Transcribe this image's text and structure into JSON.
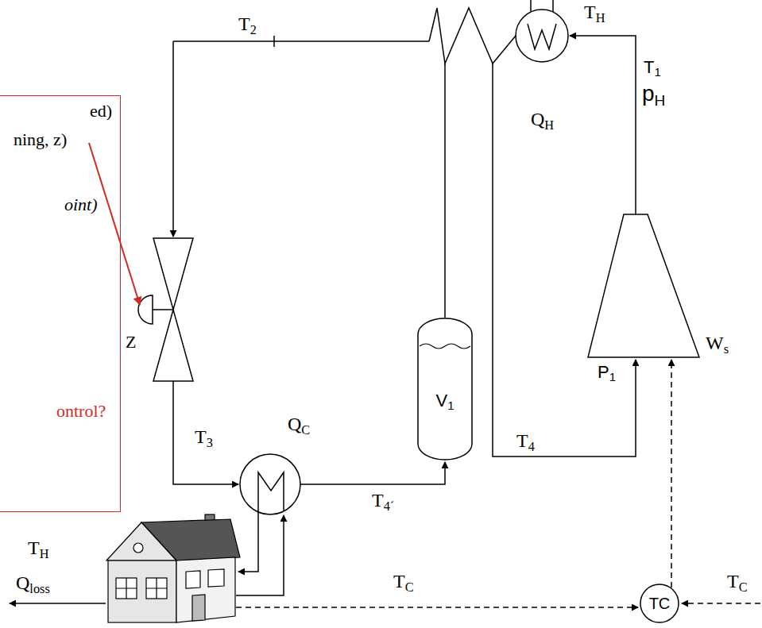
{
  "diagram": {
    "nodes": [
      {
        "text": [
          "ed)",
          "ning, z)",
          "oint)",
          "ontrol?"
        ]
      },
      {
        "text": [
          "V1"
        ]
      },
      {
        "text": [
          "TC"
        ]
      }
    ],
    "labels": [
      "T2",
      "TH",
      "T1",
      "pH",
      "QH",
      "Ws",
      "P1",
      "Z",
      "T3",
      "QC",
      "T4",
      "T4´",
      "TH",
      "Qloss",
      "TC",
      "TC"
    ]
  }
}
